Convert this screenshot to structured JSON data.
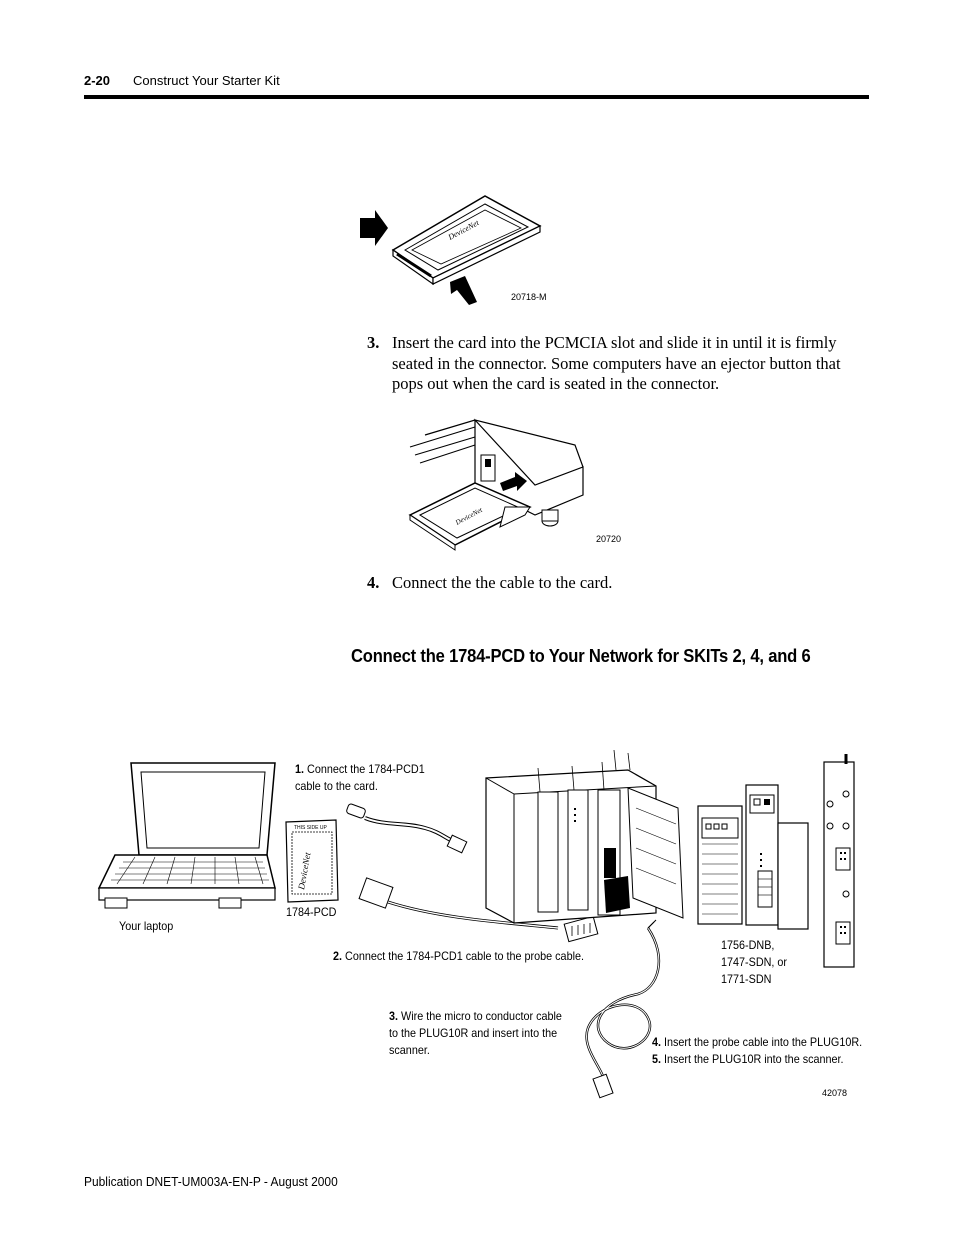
{
  "header": {
    "page_number": "2-20",
    "chapter_title": "Construct Your Starter Kit"
  },
  "figures": {
    "card_figure_id": "20718-M",
    "slot_figure_id": "20720",
    "network_figure_id": "42078",
    "card_label": "DeviceNet"
  },
  "steps": [
    {
      "number": "3.",
      "text": "Insert the card into the PCMCIA slot and slide it in until it is firmly seated in the connector. Some computers have an ejector button that pops out when the card is seated in the connector."
    },
    {
      "number": "4.",
      "text": "Connect the the cable to the card."
    }
  ],
  "section": {
    "heading": "Connect the 1784-PCD to Your Network for SKITs 2, 4, and 6"
  },
  "diagram": {
    "labels": {
      "laptop": "Your laptop",
      "card": "1784-PCD",
      "scanners": [
        "1756-DNB,",
        "1747-SDN, or",
        "1771-SDN"
      ],
      "card_sticker": "THIS SIDE UP"
    },
    "callouts": {
      "c1": {
        "num": "1.",
        "text1": "Connect the 1784-PCD1",
        "text2": "cable to the card."
      },
      "c2": {
        "num": "2.",
        "text": "Connect the 1784-PCD1 cable to the probe cable."
      },
      "c3": {
        "num": "3.",
        "text1": "Wire the micro to conductor cable",
        "text2": "to the PLUG10R and insert into the",
        "text3": "scanner."
      },
      "c4": {
        "num": "4.",
        "text": "Insert the probe cable into the PLUG10R."
      },
      "c5": {
        "num": "5.",
        "text": "Insert the PLUG10R into the scanner."
      }
    }
  },
  "footer": {
    "publication": "Publication DNET-UM003A-EN-P - August 2000"
  }
}
